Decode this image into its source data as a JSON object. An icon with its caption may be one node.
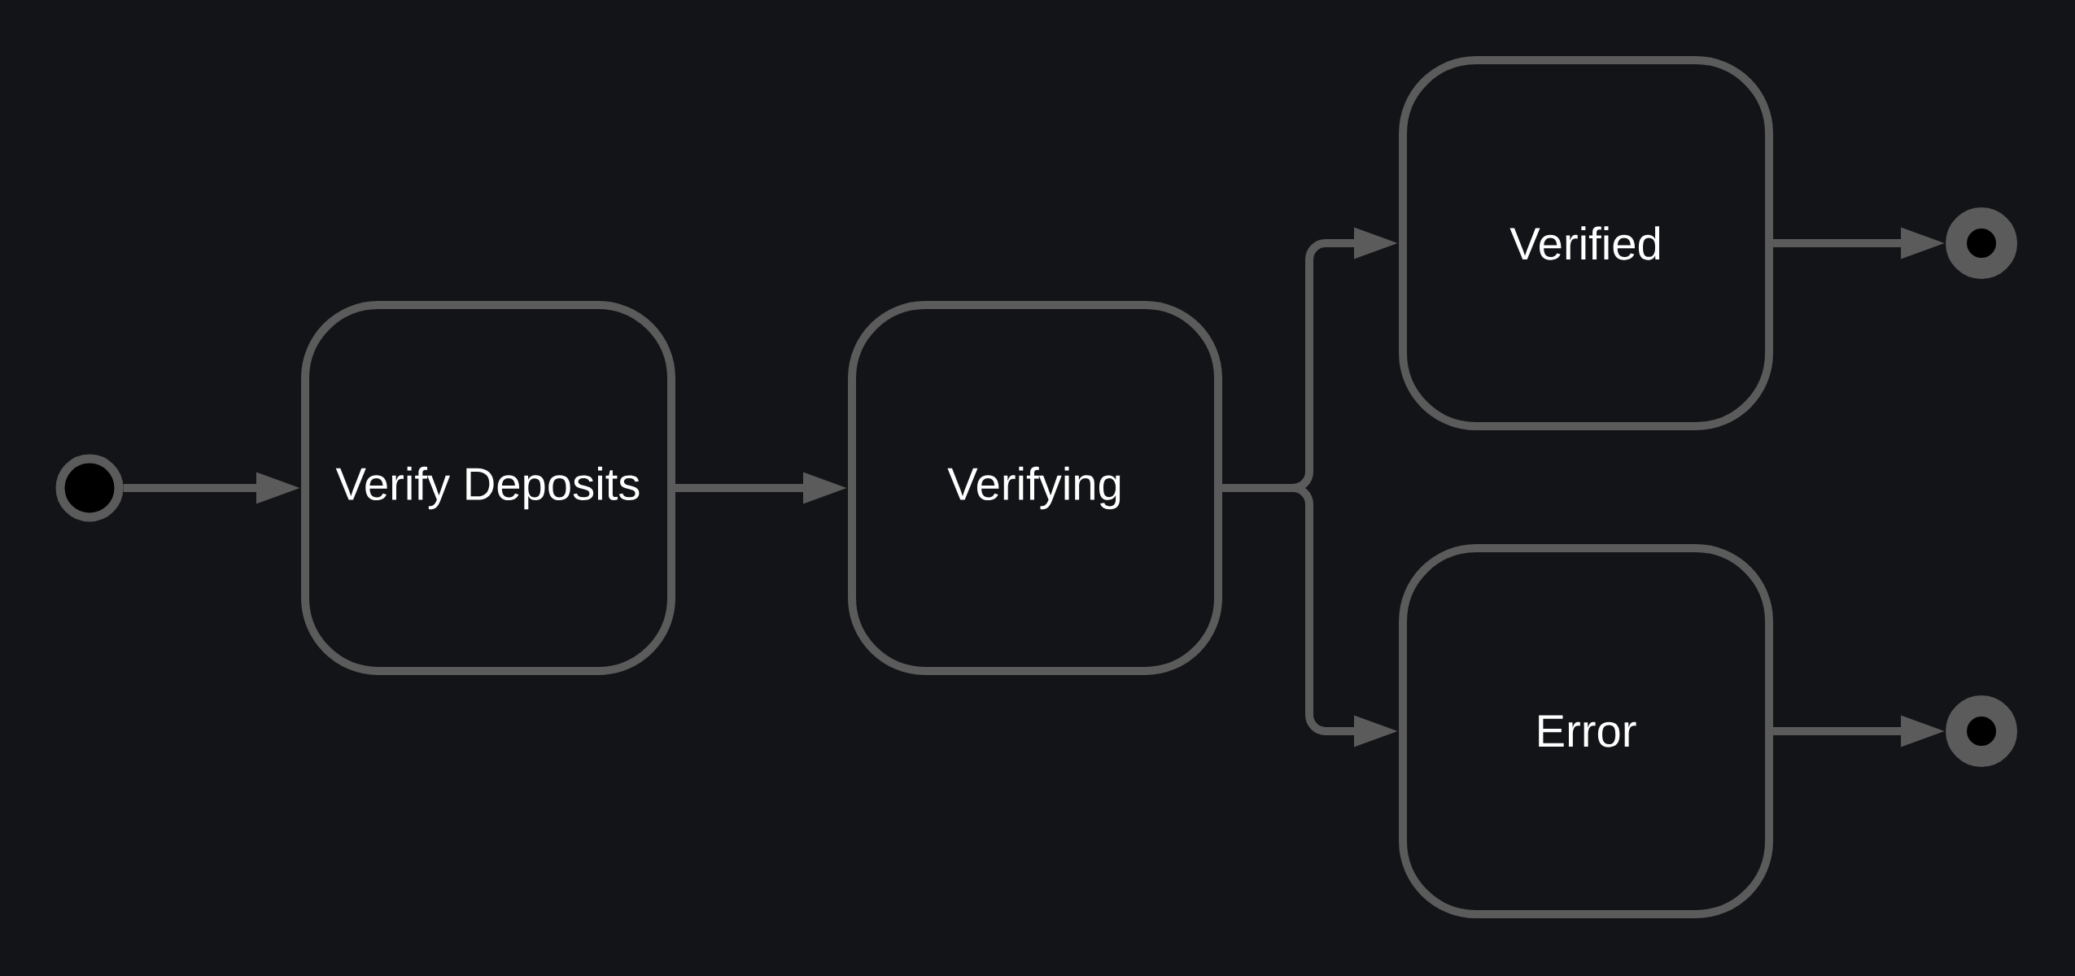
{
  "diagram": {
    "nodes": [
      {
        "text": [],
        "shape": "circle"
      },
      {
        "text": [
          "Verify Deposits"
        ]
      },
      {
        "text": [
          "Verifying"
        ]
      },
      {
        "text": [
          "Verified"
        ]
      },
      {
        "text": [
          "Error"
        ]
      },
      {
        "text": [],
        "shape": "circle"
      },
      {
        "text": [],
        "shape": "circle"
      }
    ],
    "edges": [
      {
        "from": 0,
        "to": 1,
        "arrow": "to"
      },
      {
        "from": 1,
        "to": 2,
        "arrow": "to"
      },
      {
        "from": 2,
        "to": 3,
        "arrow": "to"
      },
      {
        "from": 2,
        "to": 4,
        "arrow": "to"
      },
      {
        "from": 3,
        "to": 5,
        "arrow": "to"
      },
      {
        "from": 4,
        "to": 6,
        "arrow": "to"
      }
    ]
  }
}
